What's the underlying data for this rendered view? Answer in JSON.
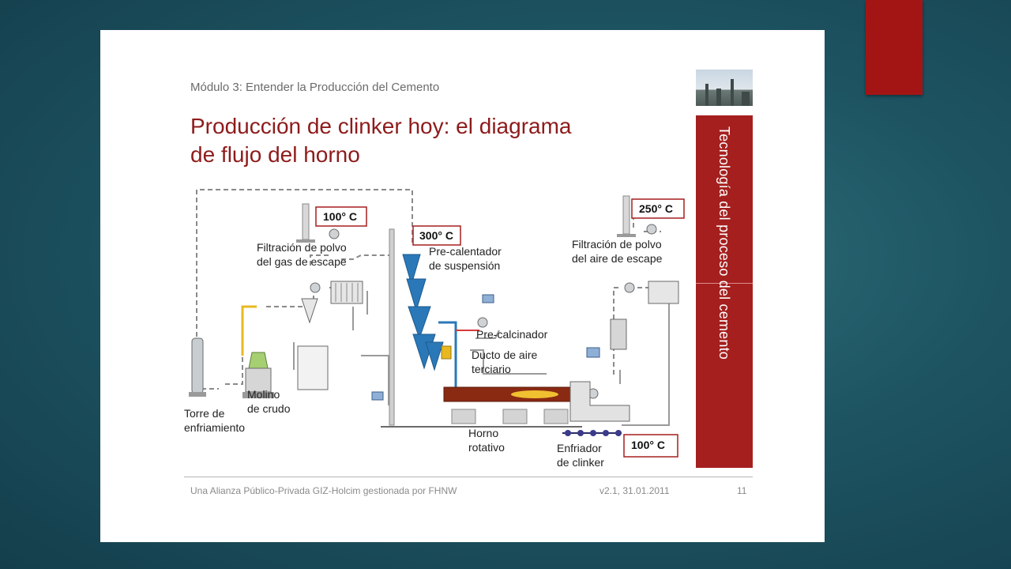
{
  "slide": {
    "module_label": "Módulo 3: Entender la Producción del Cemento",
    "title_line1": "Producción de clinker hoy: el diagrama",
    "title_line2": "de flujo del horno",
    "sidebar_text": "Tecnología del proceso del cemento",
    "footer": {
      "left": "Una Alianza Público-Privada GIZ-Holcim gestionada por FHNW",
      "version": "v2.1, 31.01.2011",
      "page": "11"
    }
  },
  "diagram": {
    "temps": {
      "left_stack": "100° C",
      "preheater": "300° C",
      "right_stack": "250° C",
      "cooler": "100° C"
    },
    "labels": {
      "filtration_gas_1": "Filtración de polvo",
      "filtration_gas_2": "del gas de escape",
      "preheater_1": "Pre-calentador",
      "preheater_2": "de suspensión",
      "filtration_air_1": "Filtración de polvo",
      "filtration_air_2": "del aire de escape",
      "precalciner": "Pre-calcinador",
      "tertiary_1": "Ducto de aire",
      "tertiary_2": "terciario",
      "mill_1": "Molino",
      "mill_2": "de crudo",
      "tower_1": "Torre de",
      "tower_2": "enfriamiento",
      "kiln_1": "Horno",
      "kiln_2": "rotativo",
      "cooler_1": "Enfriador",
      "cooler_2": "de clinker"
    }
  },
  "colors": {
    "accent": "#a51f1f",
    "title": "#8e1b1b",
    "cyclone": "#2a78b8",
    "duct_yellow": "#e8b820"
  }
}
